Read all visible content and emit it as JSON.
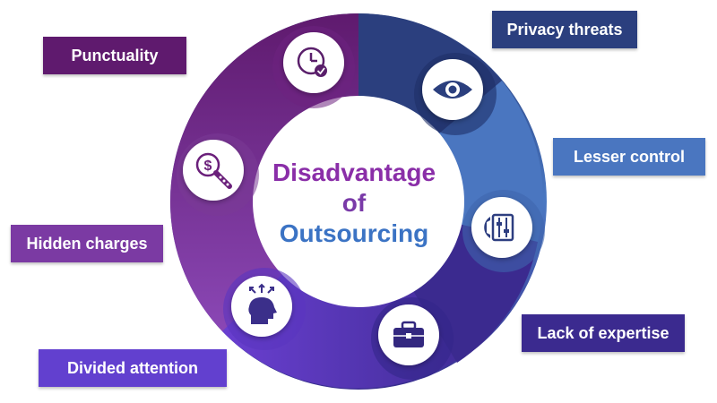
{
  "center": {
    "line1": "Disadvantage",
    "line2": "of",
    "line3": "Outsourcing"
  },
  "labels": {
    "punctuality": "Punctuality",
    "privacy": "Privacy threats",
    "lesser_control": "Lesser control",
    "hidden_charges": "Hidden charges",
    "lack_expertise": "Lack of expertise",
    "divided_attention": "Divided attention"
  },
  "icons": {
    "punctuality": "clock-check-icon",
    "privacy": "eye-icon",
    "lesser_control": "gear-sliders-icon",
    "hidden_charges": "dollar-magnifier-icon",
    "lack_expertise": "briefcase-icon",
    "divided_attention": "head-arrows-icon"
  },
  "colors": {
    "purple_dark": "#6a1f7a",
    "purple_mid": "#7b3aa3",
    "violet": "#5a3cc0",
    "navy": "#2b3f7e",
    "blue": "#4a76c0",
    "indigo": "#3b2a8f",
    "text_purple": "#8a2ea8",
    "text_blue": "#3b73c4"
  }
}
